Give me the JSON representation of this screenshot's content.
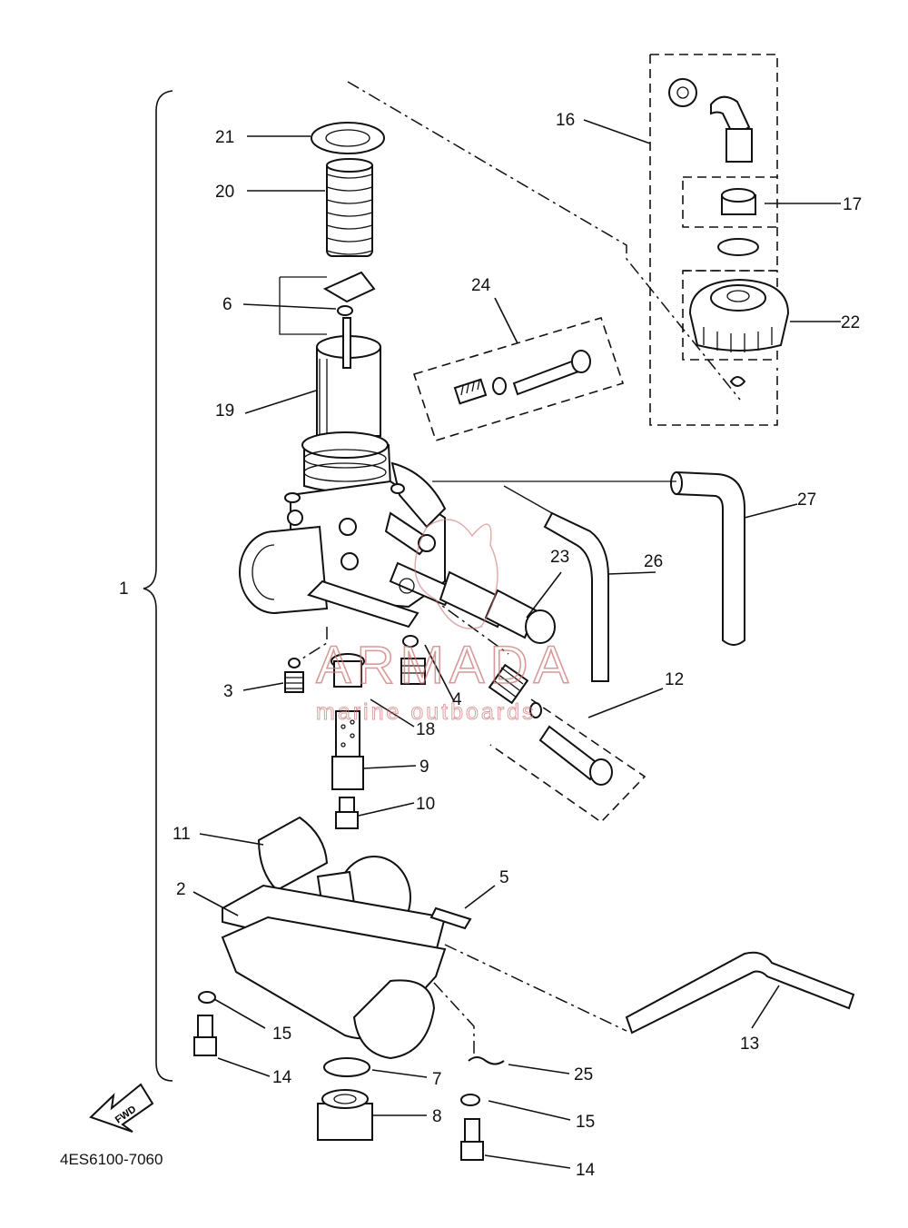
{
  "diagram": {
    "part_code": "4ES6100-7060",
    "fwd_label": "FWD",
    "labels": {
      "l1": "1",
      "l2": "2",
      "l3": "3",
      "l4": "4",
      "l5": "5",
      "l6": "6",
      "l7": "7",
      "l8": "8",
      "l9": "9",
      "l10": "10",
      "l11": "11",
      "l12": "12",
      "l13": "13",
      "l14a": "14",
      "l14b": "14",
      "l15a": "15",
      "l15b": "15",
      "l16": "16",
      "l17": "17",
      "l18": "18",
      "l19": "19",
      "l20": "20",
      "l21": "21",
      "l22": "22",
      "l23": "23",
      "l24": "24",
      "l25": "25",
      "l26": "26",
      "l27": "27"
    }
  },
  "watermark": {
    "title": "ARMADA",
    "subtitle": "marine outboards",
    "color": "#cc7788"
  }
}
